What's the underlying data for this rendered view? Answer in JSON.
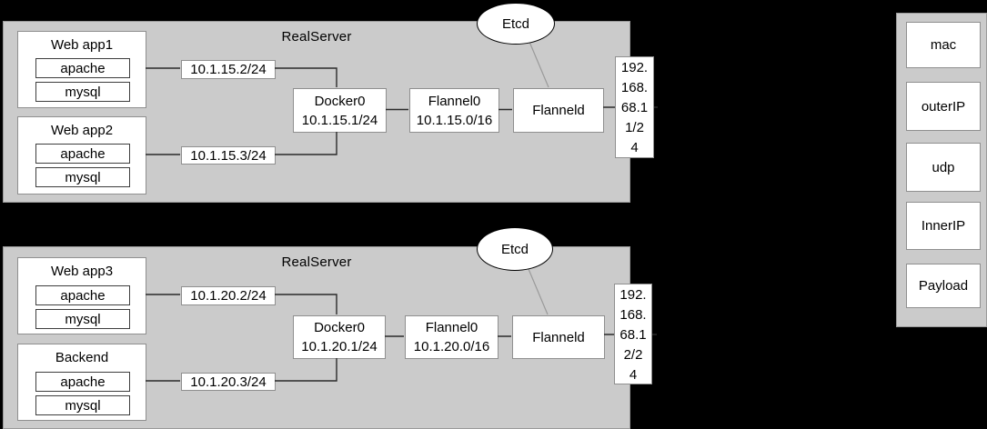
{
  "colors": {
    "background": "#000000",
    "server_fill": "#cbcbcb",
    "server_border": "#9a9a9a",
    "box_border": "#8f8f8f",
    "chip_border": "#3d3d3d",
    "wire": "#2b2b2b",
    "etcd_wire": "#9a9a9a"
  },
  "servers": [
    {
      "title": "RealServer",
      "etcd_label": "Etcd",
      "apps": [
        {
          "name": "Web app1",
          "components": [
            "apache",
            "mysql"
          ],
          "ip": "10.1.15.2/24"
        },
        {
          "name": "Web app2",
          "components": [
            "apache",
            "mysql"
          ],
          "ip": "10.1.15.3/24"
        }
      ],
      "docker_bridge": {
        "name": "Docker0",
        "ip": "10.1.15.1/24"
      },
      "flannel_iface": {
        "name": "Flannel0",
        "ip": "10.1.15.0/16"
      },
      "flannel_daemon": "Flanneld",
      "host_ip": "192.\n168.\n68.1\n1/2\n4"
    },
    {
      "title": "RealServer",
      "etcd_label": "Etcd",
      "apps": [
        {
          "name": "Web app3",
          "components": [
            "apache",
            "mysql"
          ],
          "ip": "10.1.20.2/24"
        },
        {
          "name": "Backend",
          "components": [
            "apache",
            "mysql"
          ],
          "ip": "10.1.20.3/24"
        }
      ],
      "docker_bridge": {
        "name": "Docker0",
        "ip": "10.1.20.1/24"
      },
      "flannel_iface": {
        "name": "Flannel0",
        "ip": "10.1.20.0/16"
      },
      "flannel_daemon": "Flanneld",
      "host_ip": "192.\n168.\n68.1\n2/2\n4"
    }
  ],
  "packet_fields": [
    "mac",
    "outerIP",
    "udp",
    "InnerIP",
    "Payload"
  ]
}
